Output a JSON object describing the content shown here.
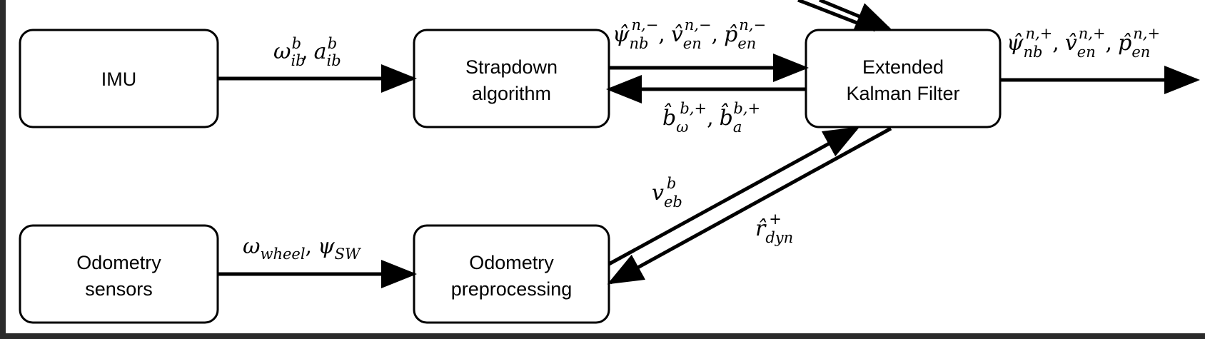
{
  "blocks": {
    "imu": "IMU",
    "strapdown": [
      "Strapdown",
      "algorithm"
    ],
    "ekf": [
      "Extended",
      "Kalman Filter"
    ],
    "odometry_sensors": [
      "Odometry",
      "sensors"
    ],
    "odometry_preprocessing": [
      "Odometry",
      "preprocessing"
    ]
  },
  "signals": {
    "imu_out": {
      "omega": "ω",
      "omega_sub": "ib",
      "omega_sup": "b",
      "a": "a",
      "a_sub": "ib",
      "a_sup": "b"
    },
    "strapdown_to_ekf": {
      "psi": "ψ̂",
      "psi_sub": "nb",
      "psi_sup": "n,−",
      "v": "v̂",
      "v_sub": "en",
      "v_sup": "n,−",
      "p": "p̂",
      "p_sub": "en",
      "p_sup": "n,−"
    },
    "ekf_to_strapdown": {
      "bw": "b̂",
      "bw_sub": "ω",
      "bw_sup": "b,+",
      "ba": "b̂",
      "ba_sub": "a",
      "ba_sup": "b,+"
    },
    "ekf_out": {
      "psi": "ψ̂",
      "psi_sub": "nb",
      "psi_sup": "n,+",
      "v": "v̂",
      "v_sub": "en",
      "v_sup": "n,+",
      "p": "p̂",
      "p_sub": "en",
      "p_sup": "n,+"
    },
    "odometry_out": {
      "omega": "ω",
      "omega_sub": "wheel",
      "psi": "ψ",
      "psi_sub": "SW"
    },
    "velocity": {
      "v": "v",
      "v_sub": "eb",
      "v_sup": "b"
    },
    "ekf_to_preproc": {
      "r": "r̂",
      "r_sub": "dyn",
      "r_sup": "+"
    }
  },
  "separator": ","
}
